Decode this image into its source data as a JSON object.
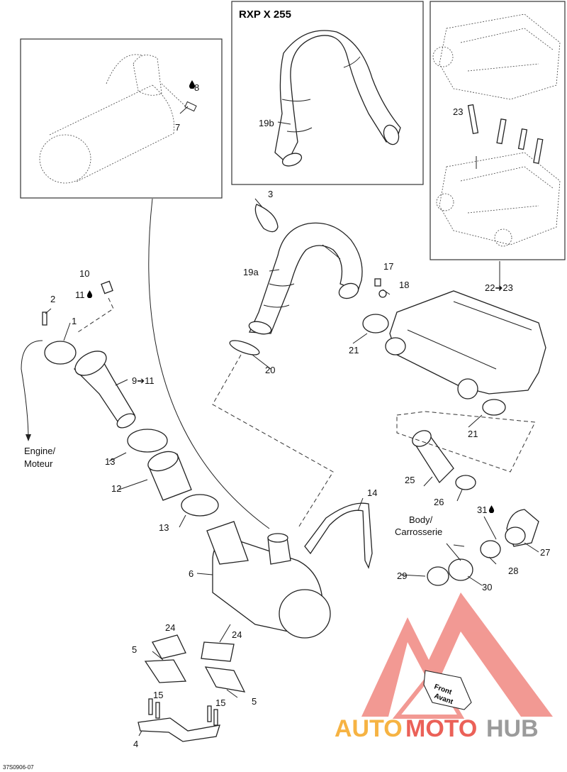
{
  "inset_title": "RXP X 255",
  "callouts": {
    "c1": "1",
    "c2": "2",
    "c3": "3",
    "c4": "4",
    "c5a": "5",
    "c5b": "5",
    "c6": "6",
    "c7": "7",
    "c8": "8",
    "c9": "9➔11",
    "c10": "10",
    "c11": "11",
    "c12": "12",
    "c13a": "13",
    "c13b": "13",
    "c14": "14",
    "c15a": "15",
    "c15b": "15",
    "c17": "17",
    "c18": "18",
    "c19a": "19a",
    "c19b": "19b",
    "c20": "20",
    "c21a": "21",
    "c21b": "21",
    "c22": "22➔23",
    "c23": "23",
    "c24a": "24",
    "c24b": "24",
    "c25": "25",
    "c26": "26",
    "c27": "27",
    "c28": "28",
    "c29": "29",
    "c30": "30",
    "c31": "31"
  },
  "notes": {
    "engine_line1": "Engine/",
    "engine_line2": "Moteur",
    "body_line1": "Body/",
    "body_line2": "Carrosserie",
    "front_line1": "Front",
    "front_line2": "Avant"
  },
  "reference_code": "37S0906-07",
  "watermark": {
    "part1": "AUTO",
    "part2": "MOTO",
    "part3": "HUB",
    "color_orange": "#f5a623",
    "color_red": "#e8463c",
    "color_grey": "#8a8a8a"
  },
  "icons": [
    "drop-icon"
  ]
}
